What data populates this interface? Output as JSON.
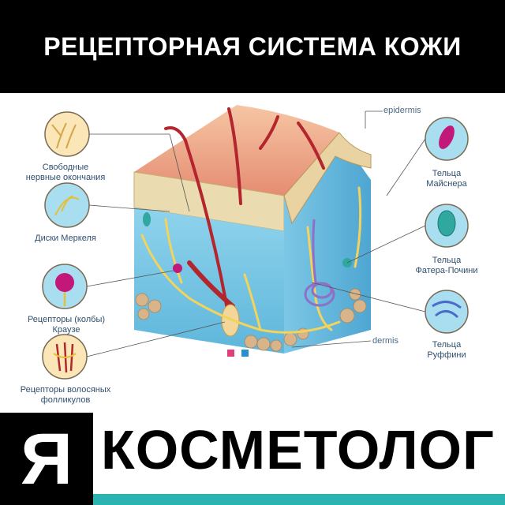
{
  "header": {
    "title": "РЕЦЕПТОРНАЯ СИСТЕМА КОЖИ"
  },
  "diagram": {
    "labels_left": [
      "Свободные\nнервные окончания",
      "Диски Меркеля",
      "Рецепторы (колбы)\nКраузе",
      "Рецепторы волосяных\nфолликулов"
    ],
    "labels_right": [
      "Тельца\nМайснера",
      "Тельца\nФатера-Почини",
      "Тельца\nРуффини"
    ],
    "layer_labels": {
      "epidermis": "epidermis",
      "dermis": "dermis"
    }
  },
  "footer": {
    "logo_letter": "Я",
    "brand": "КОСМЕТОЛОГ"
  },
  "colors": {
    "banner": "#000000",
    "accent": "#2ab3b1",
    "label_text": "#2f4e6e"
  }
}
